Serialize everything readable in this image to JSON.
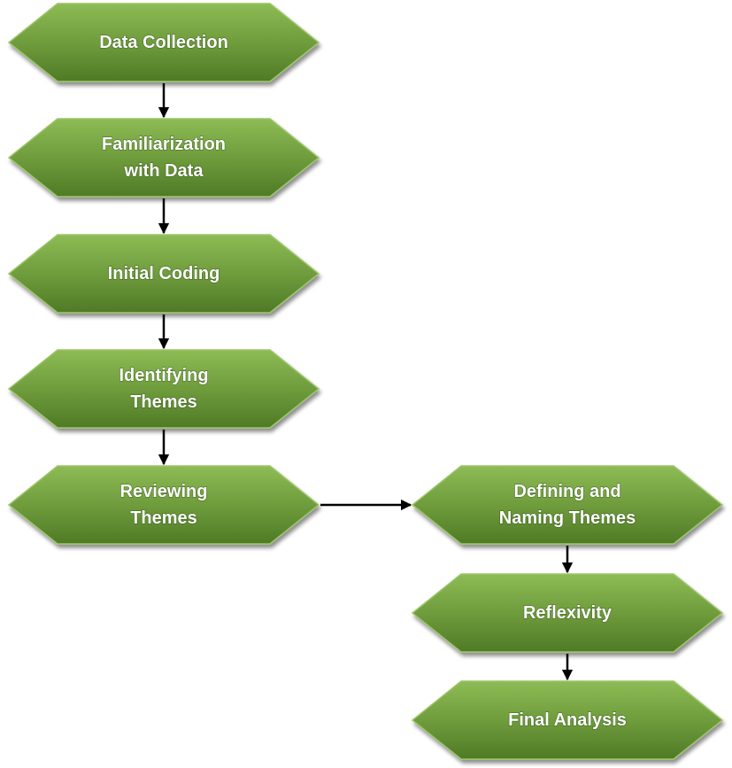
{
  "colors": {
    "node_fill_light": "#8dbb55",
    "node_fill_dark": "#4f7a26",
    "node_border": "#9cc46a",
    "arrow": "#000000",
    "label": "#ffffff"
  },
  "nodes": [
    {
      "id": "data-collection",
      "lines": [
        "Data Collection"
      ]
    },
    {
      "id": "familiarization",
      "lines": [
        "Familiarization",
        "with Data"
      ]
    },
    {
      "id": "initial-coding",
      "lines": [
        "Initial Coding"
      ]
    },
    {
      "id": "identifying-themes",
      "lines": [
        "Identifying",
        "Themes"
      ]
    },
    {
      "id": "reviewing-themes",
      "lines": [
        "Reviewing",
        "Themes"
      ]
    },
    {
      "id": "defining-naming",
      "lines": [
        "Defining and",
        "Naming Themes"
      ]
    },
    {
      "id": "reflexivity",
      "lines": [
        "Reflexivity"
      ]
    },
    {
      "id": "final-analysis",
      "lines": [
        "Final Analysis"
      ]
    }
  ],
  "edges": [
    {
      "from": "data-collection",
      "to": "familiarization"
    },
    {
      "from": "familiarization",
      "to": "initial-coding"
    },
    {
      "from": "initial-coding",
      "to": "identifying-themes"
    },
    {
      "from": "identifying-themes",
      "to": "reviewing-themes"
    },
    {
      "from": "reviewing-themes",
      "to": "defining-naming"
    },
    {
      "from": "defining-naming",
      "to": "reflexivity"
    },
    {
      "from": "reflexivity",
      "to": "final-analysis"
    }
  ]
}
